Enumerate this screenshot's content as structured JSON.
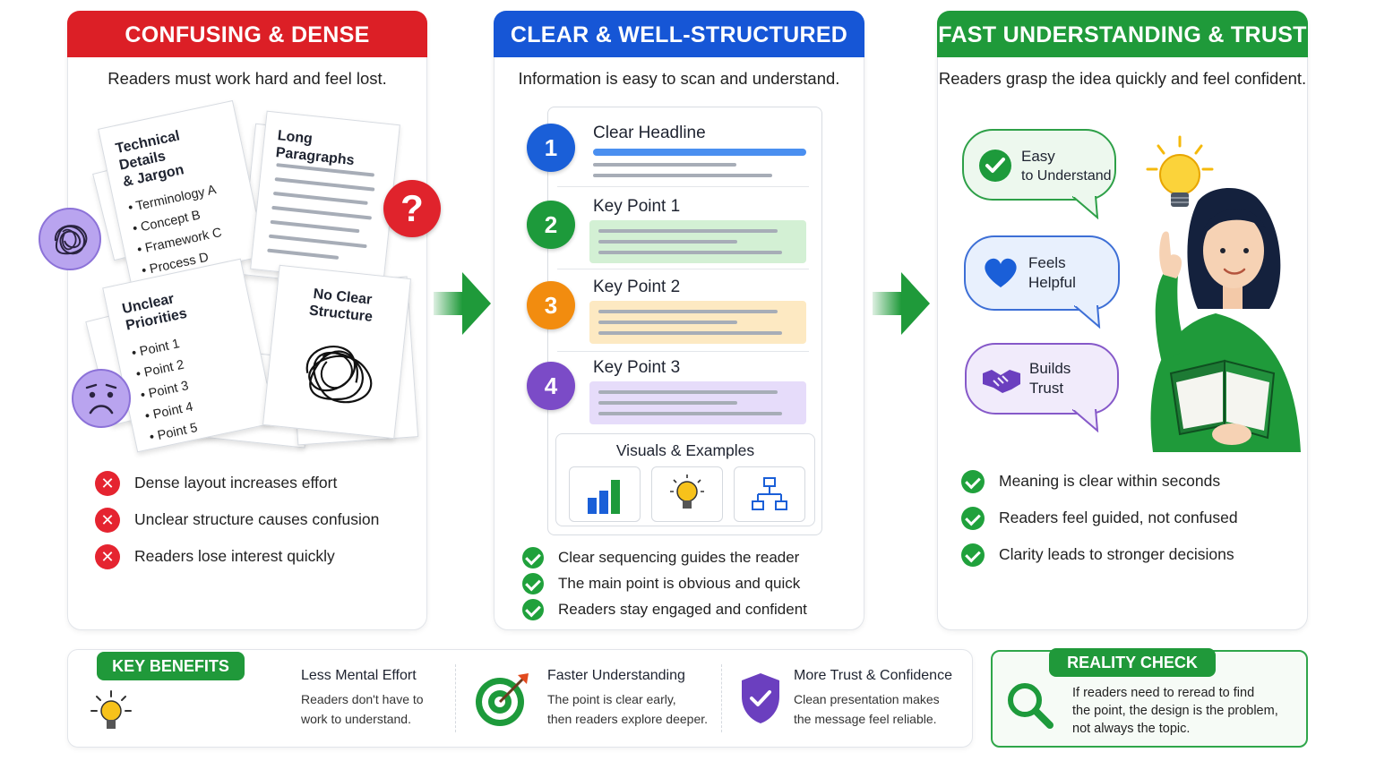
{
  "colors": {
    "red": "#dc1f26",
    "blue": "#1656d6",
    "green": "#1f9a3a"
  },
  "panel1": {
    "header": "CONFUSING & DENSE",
    "subtitle": "Readers must work hard and feel lost.",
    "card_jargon": {
      "title_line1": "Technical Details",
      "title_line2": "& Jargon",
      "items": [
        "Terminology A",
        "Concept B",
        "Framework C",
        "Process D"
      ]
    },
    "card_paragraphs": {
      "title": "Long Paragraphs"
    },
    "card_priorities": {
      "title": "Unclear Priorities",
      "items": [
        "Point 1",
        "Point 2",
        "Point 3",
        "Point 4",
        "Point 5"
      ]
    },
    "card_structure": {
      "title_line1": "No Clear",
      "title_line2": "Structure"
    },
    "question_mark": "?",
    "bullets": [
      "Dense layout increases effort",
      "Unclear structure causes confusion",
      "Readers lose interest quickly"
    ],
    "icons": [
      "tangled-brain-icon",
      "sad-face-icon",
      "question-icon",
      "x-mark-icon"
    ]
  },
  "panel2": {
    "header": "CLEAR & WELL-STRUCTURED",
    "subtitle": "Information is easy to scan and understand.",
    "steps": [
      {
        "num": "1",
        "title": "Clear Headline",
        "color": "#1a5fd8"
      },
      {
        "num": "2",
        "title": "Key Point 1",
        "color": "#1d9a3b"
      },
      {
        "num": "3",
        "title": "Key Point 2",
        "color": "#f28c0f"
      },
      {
        "num": "4",
        "title": "Key Point 3",
        "color": "#7b4bc7"
      }
    ],
    "visuals_title": "Visuals & Examples",
    "visual_icons": [
      "bar-chart-icon",
      "lightbulb-icon",
      "hierarchy-icon"
    ],
    "checks": [
      "Clear sequencing guides the reader",
      "The main point is obvious and quick",
      "Readers stay engaged and confident"
    ]
  },
  "panel3": {
    "header": "FAST UNDERSTANDING & TRUST",
    "subtitle": "Readers grasp the idea quickly and feel confident.",
    "bubbles": [
      {
        "line1": "Easy",
        "line2": "to Understand",
        "icon": "check-icon"
      },
      {
        "line1": "Feels",
        "line2": "Helpful",
        "icon": "heart-icon"
      },
      {
        "line1": "Builds",
        "line2": "Trust",
        "icon": "handshake-icon"
      }
    ],
    "checks": [
      "Meaning is clear within seconds",
      "Readers feel guided, not confused",
      "Clarity leads to stronger decisions"
    ]
  },
  "key_benefits": {
    "badge": "KEY BENEFITS",
    "items": [
      {
        "title": "Less Mental Effort",
        "line1": "Readers don't have to",
        "line2": "work to understand.",
        "icon": "lightbulb-icon"
      },
      {
        "title": "Faster Understanding",
        "line1": "The point is clear early,",
        "line2": "then readers explore deeper.",
        "icon": "target-icon"
      },
      {
        "title": "More Trust & Confidence",
        "line1": "Clean presentation makes",
        "line2": "the message feel reliable.",
        "icon": "shield-check-icon"
      }
    ]
  },
  "reality_check": {
    "badge": "REALITY CHECK",
    "line1": "If readers need to reread to find",
    "line2": "the point, the design is the problem,",
    "line3": "not always the topic.",
    "icon": "magnifier-icon"
  }
}
